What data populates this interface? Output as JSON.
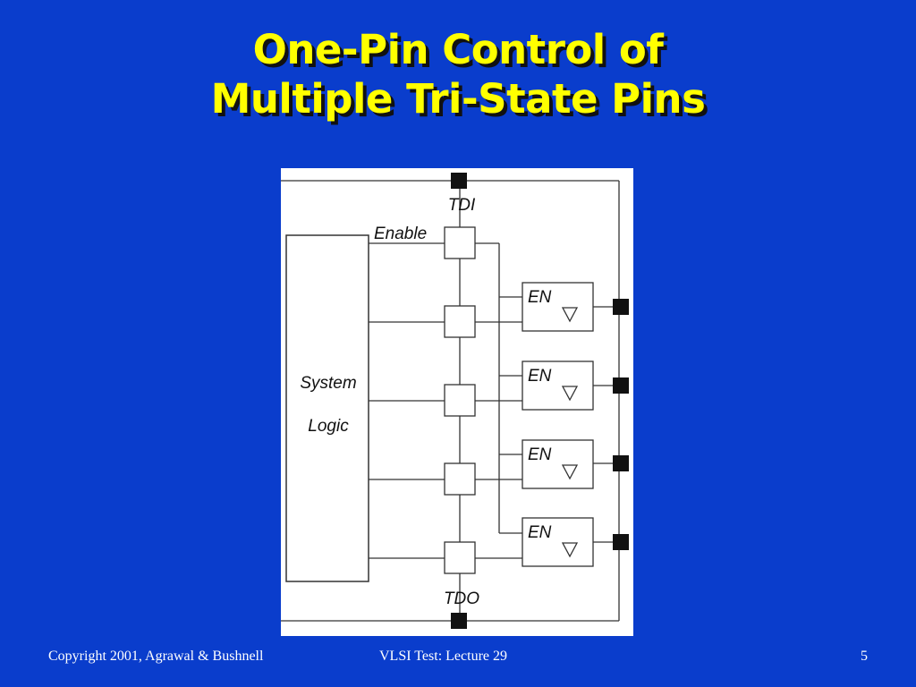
{
  "slide": {
    "title_line1": "One-Pin Control of",
    "title_line2": "Multiple Tri-State Pins",
    "title_color": "#ffff00",
    "background_color": "#0a3dcc"
  },
  "diagram": {
    "tdi_label": "TDI",
    "tdo_label": "TDO",
    "enable_label": "Enable",
    "system_label_line1": "System",
    "system_label_line2": "Logic",
    "buffer_label": "EN",
    "buffer_count": 4,
    "boundary_cell_count": 5
  },
  "footer": {
    "copyright": "Copyright 2001, Agrawal & Bushnell",
    "course": "VLSI Test: Lecture 29",
    "page_number": "5"
  }
}
